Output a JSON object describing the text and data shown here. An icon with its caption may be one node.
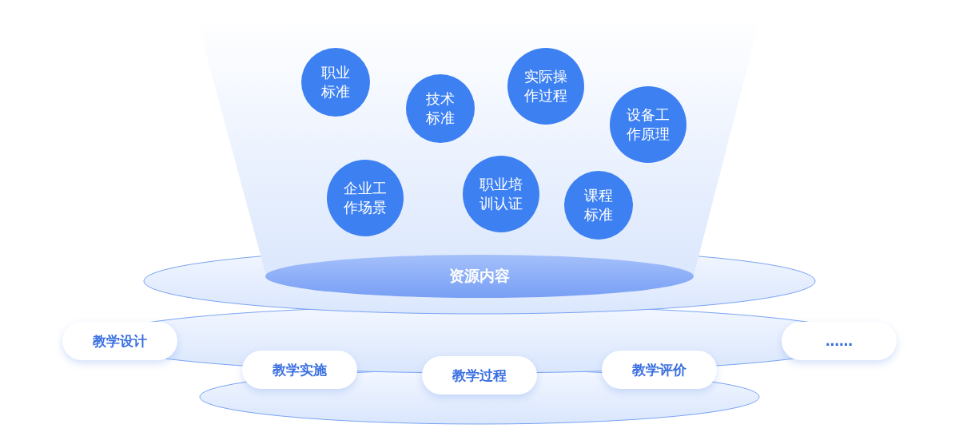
{
  "diagram": {
    "nodes": [
      {
        "text": [
          "职业标准"
        ]
      },
      {
        "text": [
          "技术标准"
        ]
      },
      {
        "text": [
          "实际操作过程"
        ]
      },
      {
        "text": [
          "设备工作原理"
        ]
      },
      {
        "text": [
          "企业工作场景"
        ]
      },
      {
        "text": [
          "职业培训认证"
        ]
      },
      {
        "text": [
          "课程标准"
        ]
      },
      {
        "text": [
          "资源内容"
        ]
      },
      {
        "text": [
          "教学设计"
        ]
      },
      {
        "text": [
          "……"
        ]
      },
      {
        "text": [
          "教学实施"
        ]
      },
      {
        "text": [
          "教学过程"
        ]
      },
      {
        "text": [
          "教学评价"
        ]
      }
    ]
  }
}
